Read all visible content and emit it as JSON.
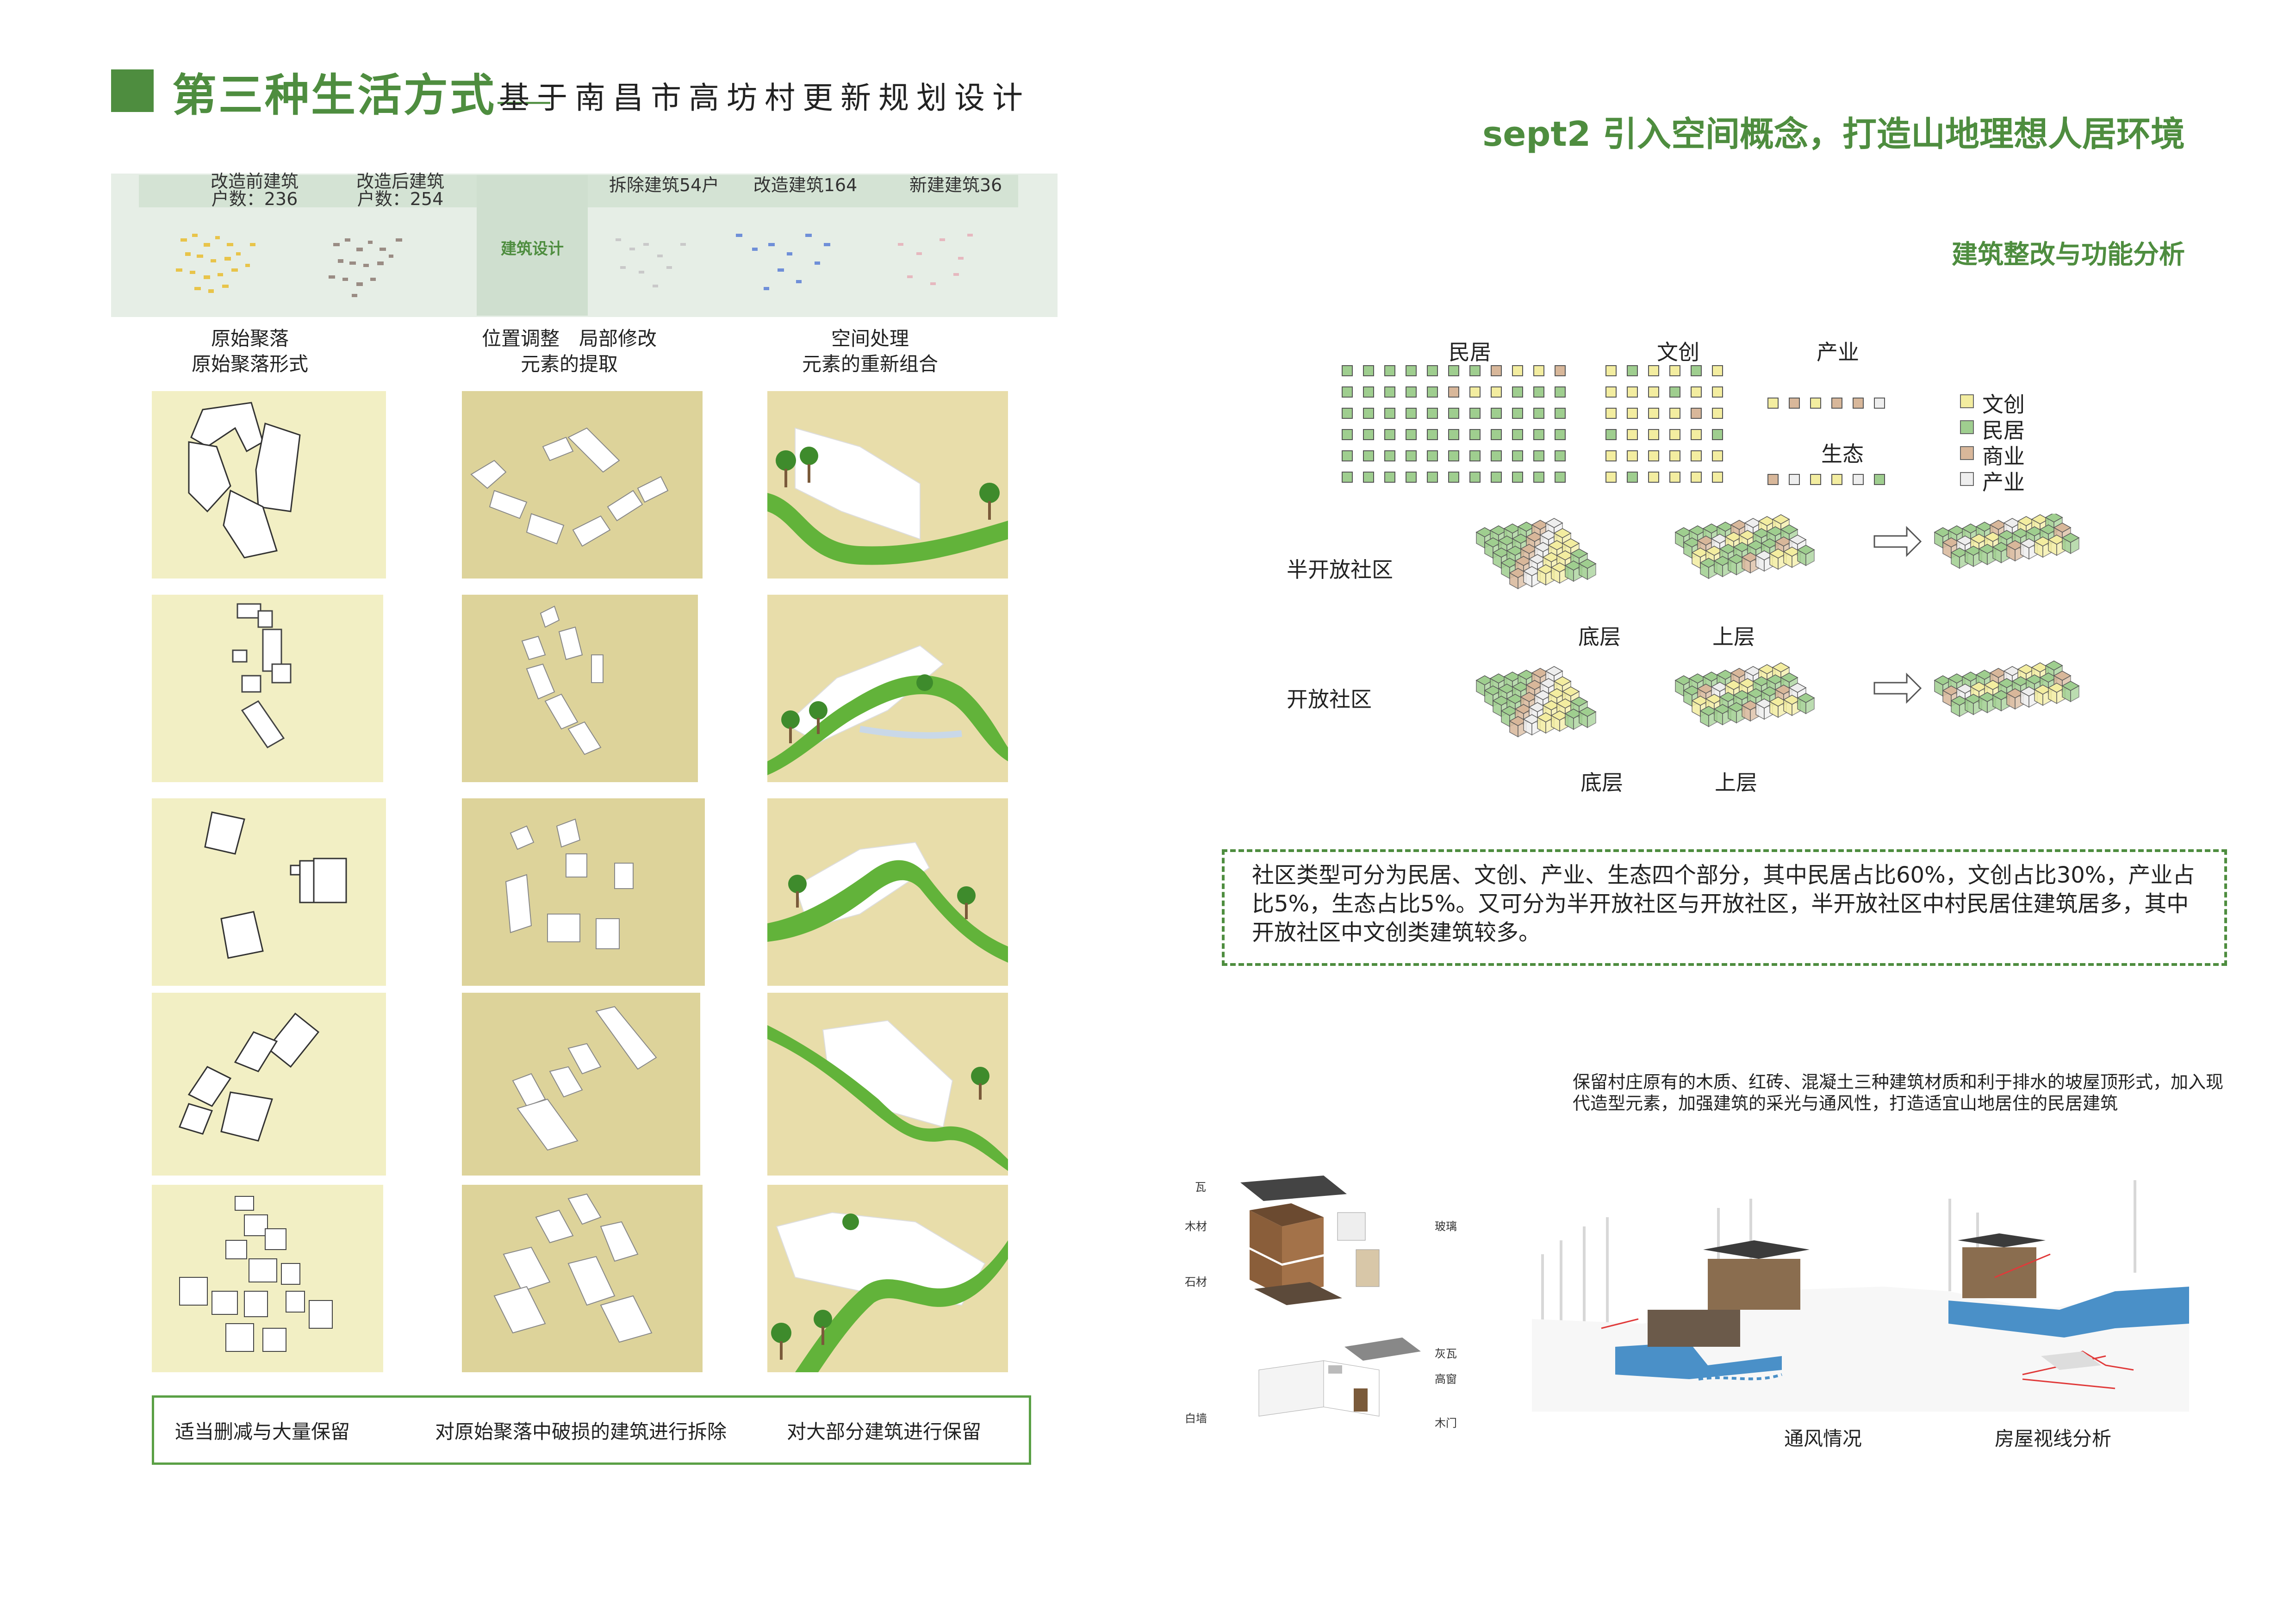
{
  "header": {
    "title_main": "第三种生活方式",
    "title_dash": "——",
    "title_sub": "基于南昌市高坊村更新规划设计",
    "step_title": "sept2 引入空间概念，打造山地理想人居环境",
    "section_title": "建筑整改与功能分析"
  },
  "strip": {
    "before_label": "改造前建筑",
    "before_count": "户数：236",
    "after_label": "改造后建筑",
    "after_count": "户数：254",
    "design_label": "建筑设计",
    "demolish_label": "拆除建筑54户",
    "renovate_label": "改造建筑164",
    "new_label": "新建建筑36"
  },
  "columns": {
    "col1_line1": "原始聚落",
    "col1_line2": "原始聚落形式",
    "col2_line1": "位置调整　局部修改",
    "col2_line2": "元素的提取",
    "col3_line1": "空间处理",
    "col3_line2": "元素的重新组合"
  },
  "bottom_box": {
    "item1": "适当删减与大量保留",
    "item2": "对原始聚落中破损的建筑进行拆除",
    "item3": "对大部分建筑进行保留"
  },
  "function_chart": {
    "group_minju": "民居",
    "group_wenchuang": "文创",
    "group_chanye": "产业",
    "group_shengtai": "生态",
    "legend": [
      {
        "label": "文创",
        "color": "#f3eda0"
      },
      {
        "label": "民居",
        "color": "#9fce8f"
      },
      {
        "label": "商业",
        "color": "#d8b79a"
      },
      {
        "label": "产业",
        "color": "#eeeeee"
      }
    ],
    "row1_label": "半开放社区",
    "row2_label": "开放社区",
    "bottom_label": "底层",
    "top_label": "上层"
  },
  "description": "社区类型可分为民居、文创、产业、生态四个部分，其中民居占比60%，文创占比30%，产业占比5%，生态占比5%。又可分为半开放社区与开放社区，半开放社区中村民居住建筑居多，其中开放社区中文创类建筑较多。",
  "materials": {
    "note": "保留村庄原有的木质、红砖、混凝土三种建筑材质和利于排水的坡屋顶形式，加入现代造型元素，加强建筑的采光与通风性，打造适宜山地居住的民居建筑",
    "wa": "瓦",
    "mucai": "木材",
    "shicai": "石材",
    "boli": "玻璃",
    "huiwa": "灰瓦",
    "gaochuang": "高窗",
    "baiqiang": "白墙",
    "mumen": "木门",
    "vent_caption": "通风情况",
    "sight_caption": "房屋视线分析"
  },
  "colors": {
    "brand_green": "#4e8d3f",
    "minju": "#9fce8f",
    "wenchuang": "#f3eda0",
    "shangye": "#d8b79a",
    "chanye": "#eeeeee"
  }
}
